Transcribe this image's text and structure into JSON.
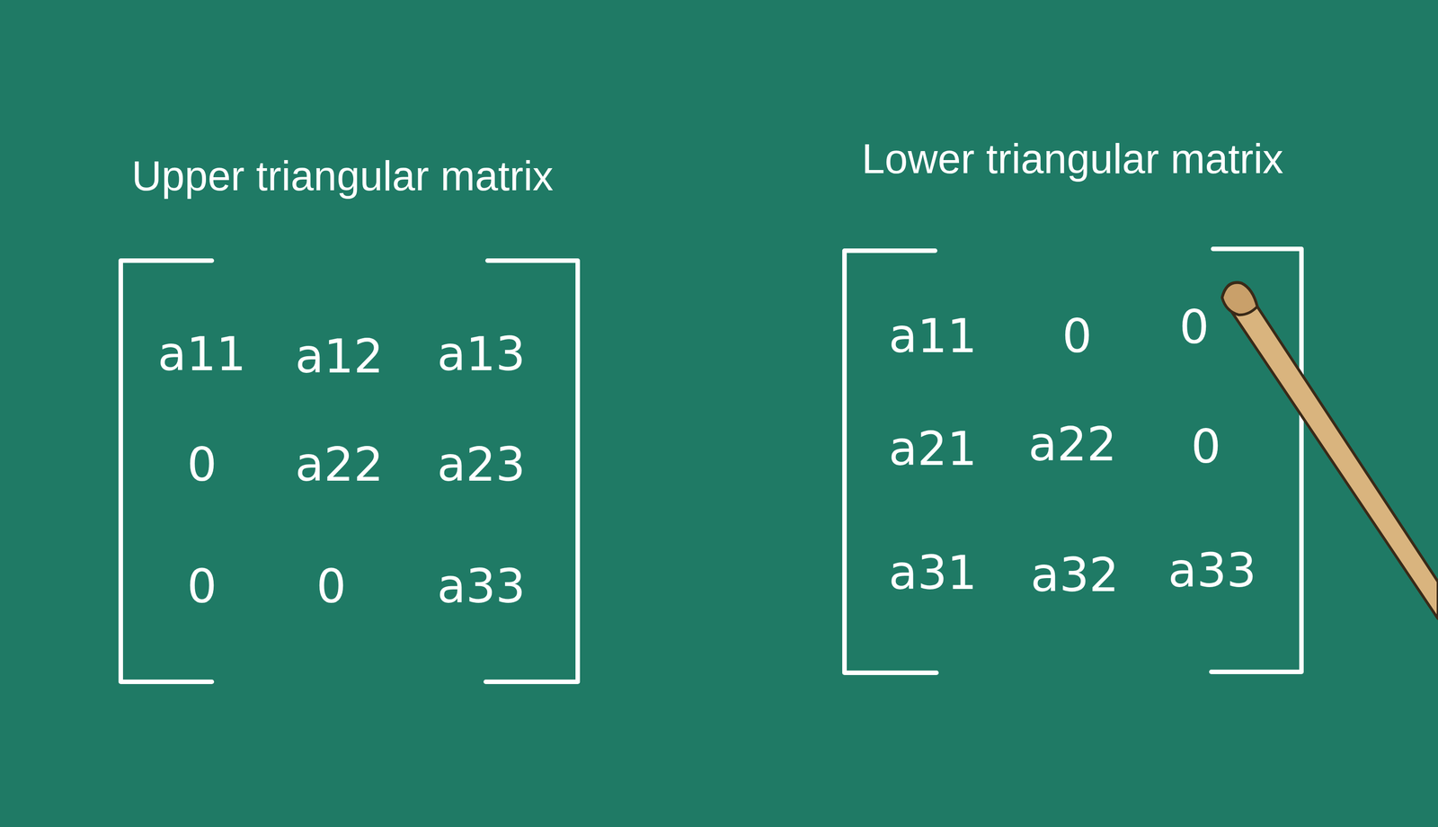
{
  "diagram": {
    "labels": [
      "Upper triangular matrix",
      "a11",
      "a12",
      "a13",
      "0",
      "a22",
      "a23",
      "0",
      "0",
      "a33",
      "Lower triangular matrix",
      "a11",
      "0",
      "0",
      "a21",
      "a22",
      "0",
      "a31",
      "a32",
      "a33"
    ]
  }
}
